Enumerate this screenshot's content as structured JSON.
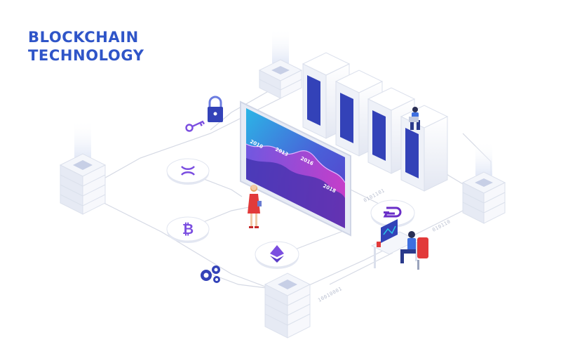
{
  "title": {
    "line1": "BLOCKCHAIN",
    "line2": "TECHNOLOGY"
  },
  "screen_years": [
    "2010",
    "2013",
    "2016",
    "2018"
  ],
  "binary_codes": [
    "0101101",
    "010110",
    "10010001"
  ],
  "icons": [
    "lock-icon",
    "key-icon",
    "ripple-coin-icon",
    "bitcoin-coin-icon",
    "ethereum-coin-icon",
    "dash-coin-icon",
    "gears-icon"
  ],
  "colors": {
    "title": "#2f55c8",
    "accent": "#3d3fc9",
    "purple": "#8a3bd8",
    "pink": "#d83cc8",
    "cyan": "#29c6e8",
    "server": "#eef1f8",
    "line": "#d5d9e4"
  }
}
